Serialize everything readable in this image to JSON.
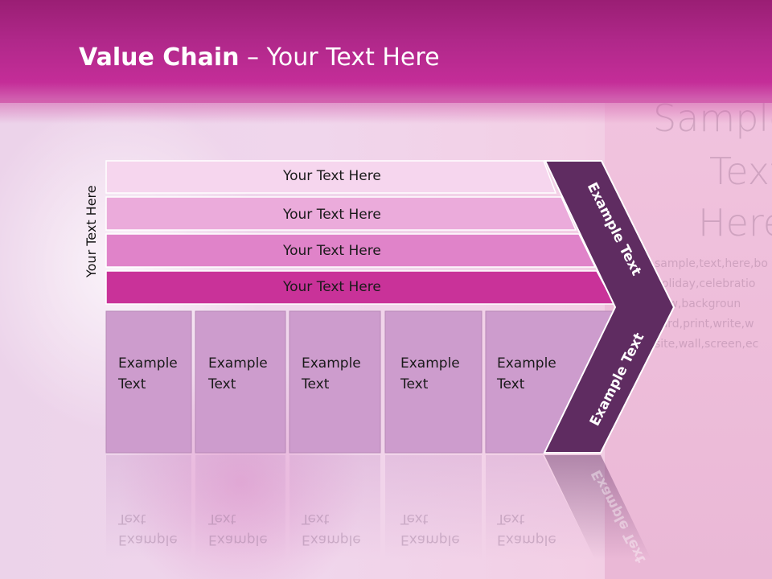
{
  "title": {
    "bold": "Value Chain",
    "rest": " – Your Text Here"
  },
  "side_label": "Your Text Here",
  "rows": [
    "Your Text Here",
    "Your Text Here",
    "Your Text Here",
    "Your Text Here"
  ],
  "columns": [
    "Example Text",
    "Example Text",
    "Example Text",
    "Example Text",
    "Example Text"
  ],
  "chevron": {
    "top_label": "Example Text",
    "bottom_label": "Example Text"
  },
  "background_text": {
    "big": [
      "Sample",
      "Text",
      "Here"
    ],
    "small": [
      "sample,text,here,bo",
      "holiday,celebratio",
      "bow,backgroun",
      "card,print,write,w",
      "site,wall,screen,ec"
    ]
  },
  "colors": {
    "header": "#b0288a",
    "row1": "#f6d6ee",
    "row2": "#ebabdb",
    "row3": "#e083c9",
    "row4": "#c93299",
    "columns": "#cd9ccd",
    "chevron": "#5f2c61"
  }
}
